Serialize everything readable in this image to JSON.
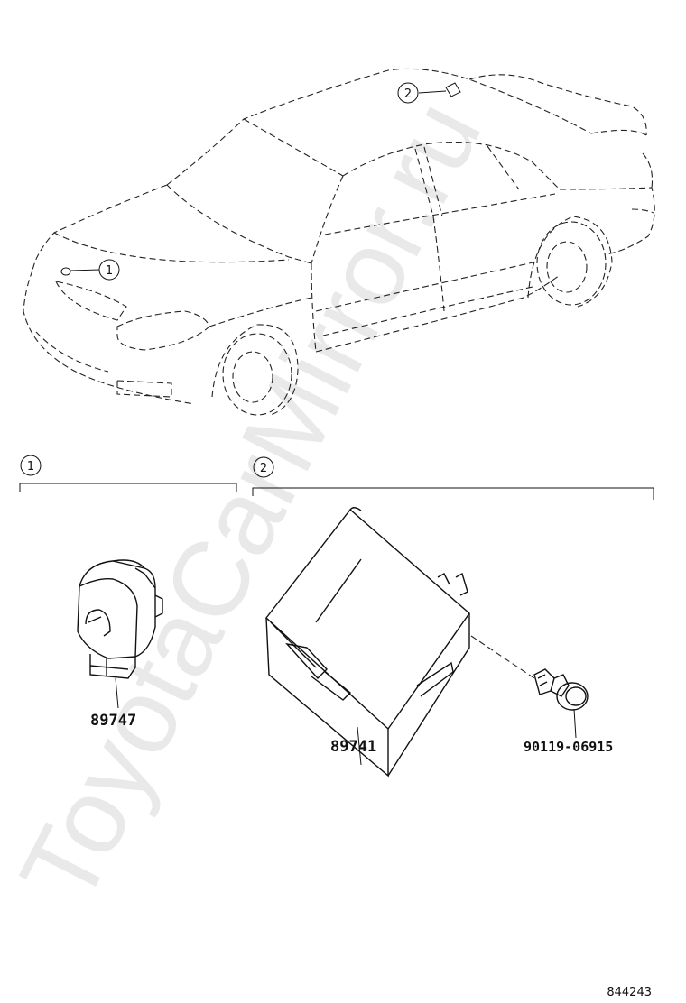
{
  "watermark": "ToyotaCarMirror.ru",
  "callouts": {
    "c1": "1",
    "c2": "2"
  },
  "sections": [
    {
      "id": "1",
      "label": "1"
    },
    {
      "id": "2",
      "label": "2"
    }
  ],
  "parts": {
    "sensor": "89747",
    "ecu": "89741",
    "bolt": "90119-06915"
  },
  "diagram_code": "844243"
}
